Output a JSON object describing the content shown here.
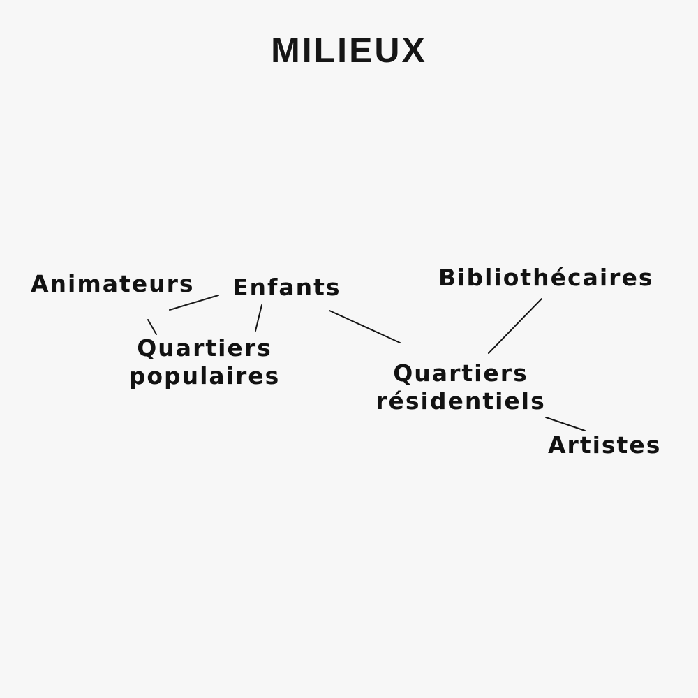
{
  "title": "MILIEUX",
  "nodes": {
    "animateurs": "Animateurs",
    "enfants": "Enfants",
    "bibliothecaires": "Bibliothécaires",
    "quartiers_populaires": [
      "Quartiers",
      "populaires"
    ],
    "quartiers_residentiels": [
      "Quartiers",
      "résidentiels"
    ],
    "artistes": "Artistes"
  },
  "edges": [
    {
      "from": "animateurs",
      "to": "enfants"
    },
    {
      "from": "animateurs",
      "to": "quartiers_populaires"
    },
    {
      "from": "enfants",
      "to": "quartiers_populaires"
    },
    {
      "from": "enfants",
      "to": "quartiers_residentiels"
    },
    {
      "from": "bibliothecaires",
      "to": "quartiers_residentiels"
    },
    {
      "from": "quartiers_residentiels",
      "to": "artistes"
    }
  ]
}
